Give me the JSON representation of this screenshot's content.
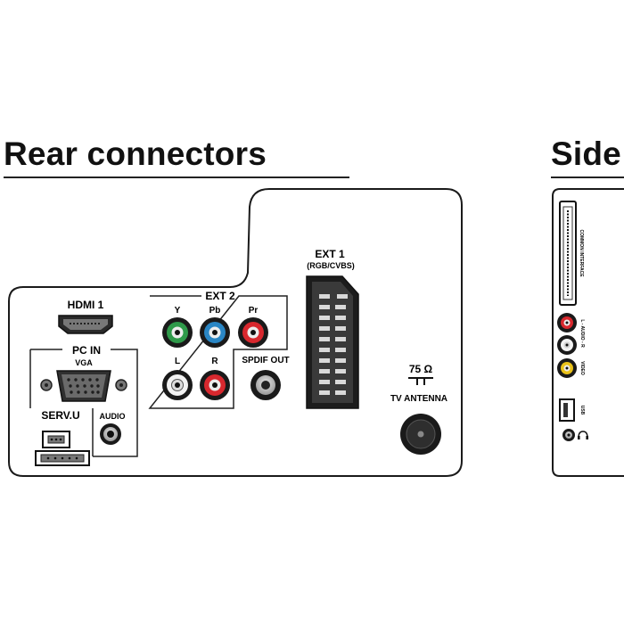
{
  "rear": {
    "title": "Rear connectors",
    "labels": {
      "hdmi": "HDMI 1",
      "pc_in": "PC IN",
      "vga": "VGA",
      "serv": "SERV.U",
      "audio": "AUDIO",
      "ext2": "EXT 2",
      "y": "Y",
      "pb": "Pb",
      "pr": "Pr",
      "l": "L",
      "r": "R",
      "spdif": "SPDIF OUT",
      "ext1": "EXT 1",
      "ext1_sub": "(RGB/CVBS)",
      "ohm": "75 Ω",
      "antenna": "TV ANTENNA"
    }
  },
  "side": {
    "title": "Side",
    "labels": {
      "common_interface": "COMMON INTERFACE",
      "audio_lr": "L - AUDIO - R",
      "video": "VIDEO",
      "usb": "USB"
    }
  },
  "colors": {
    "y_green": "#2f9a4a",
    "pb_blue": "#2a86c4",
    "pr_red": "#d8282e",
    "r_red": "#d8282e",
    "video_yellow": "#e9c21a"
  }
}
